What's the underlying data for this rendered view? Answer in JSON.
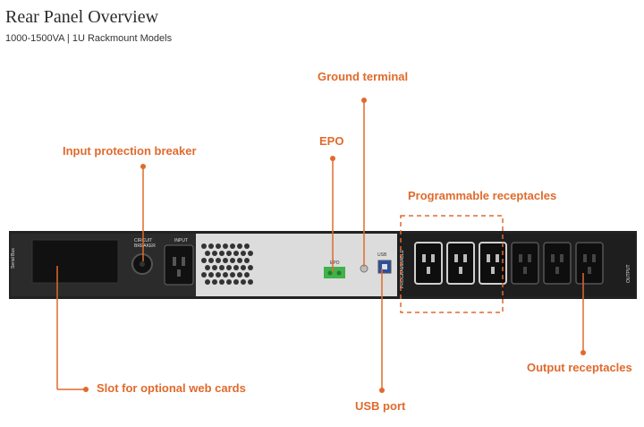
{
  "header": {
    "title": "Rear Panel Overview",
    "subtitle": "1000-1500VA | 1U Rackmount Models"
  },
  "panel": {
    "circuit_breaker_label_1": "CIRCUIT",
    "circuit_breaker_label_2": "BREAKER",
    "input_label": "INPUT",
    "epo_label": "EPO",
    "usb_label": "USB",
    "serial_label": "Serial Bus",
    "programmable_label": "PROGRAMMABLE",
    "output_label": "OUTPUT"
  },
  "callouts": {
    "ground_terminal": "Ground terminal",
    "input_protection_breaker": "Input protection breaker",
    "epo": "EPO",
    "programmable_receptacles": "Programmable receptacles",
    "slot_web_cards": "Slot for optional web cards",
    "usb_port": "USB port",
    "output_receptacles": "Output receptacles"
  },
  "colors": {
    "accent": "#e06a2c",
    "panel_body": "#1c1c1c",
    "panel_mid": "#d9d9d9",
    "epo_connector": "#3fb24a"
  }
}
